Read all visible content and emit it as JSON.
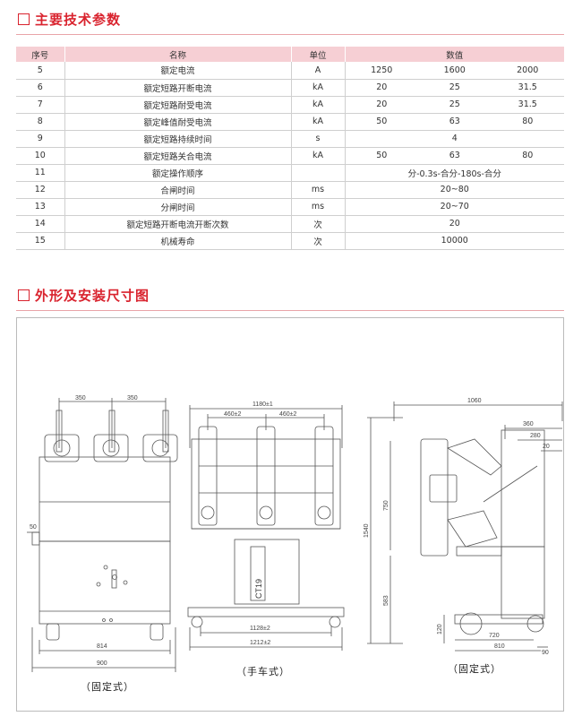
{
  "section1": {
    "title": "主要技术参数"
  },
  "section2": {
    "title": "外形及安装尺寸图"
  },
  "table": {
    "headers": [
      "序号",
      "名称",
      "单位",
      "数值"
    ],
    "rows": [
      {
        "no": "5",
        "name": "额定电流",
        "unit": "A",
        "values": [
          "1250",
          "1600",
          "2000"
        ]
      },
      {
        "no": "6",
        "name": "额定短路开断电流",
        "unit": "kA",
        "values": [
          "20",
          "25",
          "31.5"
        ]
      },
      {
        "no": "7",
        "name": "额定短路耐受电流",
        "unit": "kA",
        "values": [
          "20",
          "25",
          "31.5"
        ]
      },
      {
        "no": "8",
        "name": "额定峰值耐受电流",
        "unit": "kA",
        "values": [
          "50",
          "63",
          "80"
        ]
      },
      {
        "no": "9",
        "name": "额定短路持续时间",
        "unit": "s",
        "values": [
          "4"
        ]
      },
      {
        "no": "10",
        "name": "额定短路关合电流",
        "unit": "kA",
        "values": [
          "50",
          "63",
          "80"
        ]
      },
      {
        "no": "11",
        "name": "额定操作顺序",
        "unit": "",
        "values": [
          "分-0.3s-合分-180s-合分"
        ]
      },
      {
        "no": "12",
        "name": "合闸时间",
        "unit": "ms",
        "values": [
          "20~80"
        ]
      },
      {
        "no": "13",
        "name": "分闸时间",
        "unit": "ms",
        "values": [
          "20~70"
        ]
      },
      {
        "no": "14",
        "name": "额定短路开断电流开断次数",
        "unit": "次",
        "values": [
          "20"
        ]
      },
      {
        "no": "15",
        "name": "机械寿命",
        "unit": "次",
        "values": [
          "10000"
        ]
      }
    ]
  },
  "drawings": {
    "front": {
      "caption": "（固定式）",
      "dims": {
        "top_left": "350",
        "top_right": "350",
        "side": "50",
        "bottom_inner": "814",
        "bottom_outer": "900"
      }
    },
    "middle": {
      "caption": "（手车式）",
      "dims": {
        "top": "1180±1",
        "pitch_left": "460±2",
        "pitch_right": "460±2",
        "bottom_inner": "1128±2",
        "bottom_outer": "1212±2",
        "plate": "CT19"
      }
    },
    "side": {
      "caption": "（固定式）",
      "dims": {
        "top": "1060",
        "r1": "360",
        "r2": "280",
        "r3": "20",
        "height": "1540",
        "upper": "750",
        "lower": "583",
        "wheel": "120",
        "base1": "720",
        "base2": "810",
        "end": "90"
      }
    }
  },
  "colors": {
    "accent": "#d9232e",
    "header_bg": "#f6cfd4"
  }
}
